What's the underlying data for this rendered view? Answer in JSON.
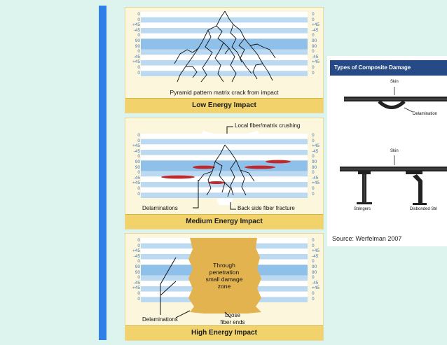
{
  "colors": {
    "accent_bar": "#2f80e6",
    "panel_fill": "#fbf6dc",
    "title_fill": "#f2d36b",
    "ply_band": "#bcd9f2",
    "ply_center": "#8fc0ea",
    "delamination": "#c0282e",
    "damage_zone": "#e3b34f",
    "header": "#254a86"
  },
  "ply_labels": [
    "0",
    "0",
    "+45",
    "-45",
    "0",
    "90",
    "90",
    "0",
    "-45",
    "+45",
    "0",
    "0"
  ],
  "panels": [
    {
      "title": "Low Energy Impact",
      "caption": "Pyramid pattern matrix crack from impact"
    },
    {
      "title": "Medium Energy Impact",
      "top_label": "Local fiber/matrix crushing",
      "left_label": "Delaminations",
      "right_label": "Back side fiber fracture"
    },
    {
      "title": "High Energy Impact",
      "zone_label": "Through\npenetration\nsmall damage\nzone",
      "left_label": "Delaminations",
      "bottom_label": "Loose\nfiber ends"
    }
  ],
  "right_figure": {
    "header": "Types of Composite Damage",
    "skin_label": "Skin",
    "delam_label": "Delamination",
    "skin_label_2": "Skin",
    "stringers_label": "Stringers",
    "disbond_label": "Disbonded Stri"
  },
  "source": "Source: Werfelman 2007"
}
